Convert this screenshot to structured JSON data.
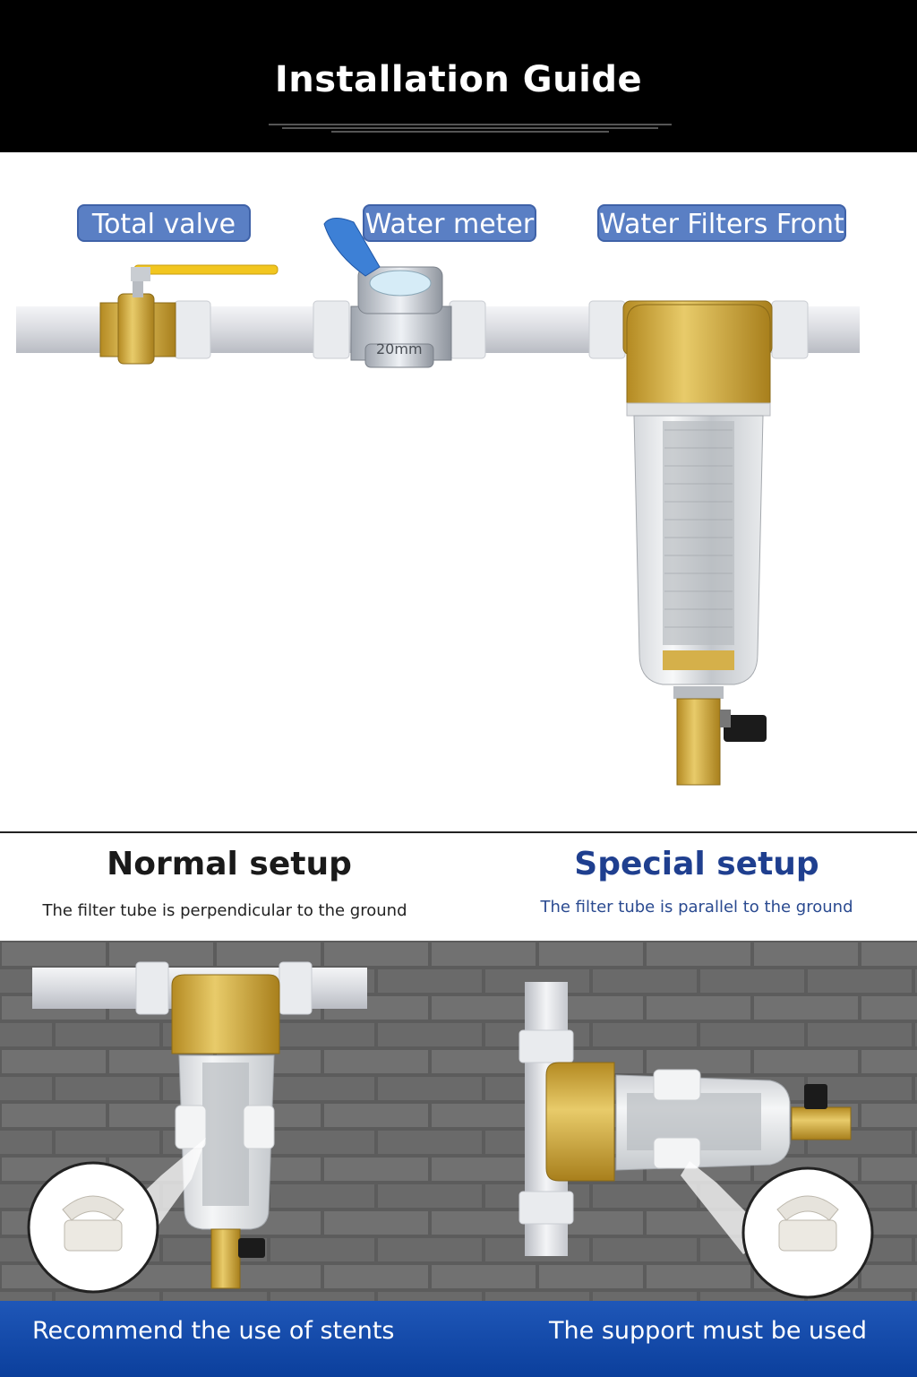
{
  "header": {
    "title": "Installation Guide"
  },
  "labels": {
    "total_valve": "Total valve",
    "water_meter": "Water meter",
    "water_filters_front": "Water Filters Front"
  },
  "meter": {
    "size_mark": "20mm"
  },
  "setups": {
    "normal": {
      "title": "Normal setup",
      "subtitle": "The filter tube is perpendicular to the ground"
    },
    "special": {
      "title": "Special setup",
      "subtitle": "The filter tube is parallel to the ground"
    }
  },
  "footer": {
    "left": "Recommend the use of stents",
    "right": "The support must be used"
  },
  "colors": {
    "label_blue": "#5a7fc4",
    "special_title": "#1f3f8f",
    "footer_blue": "#0b3f9c",
    "brass": "#c9a53a",
    "pipe": "#e2e4e8",
    "wall": "#6b6b6b"
  }
}
